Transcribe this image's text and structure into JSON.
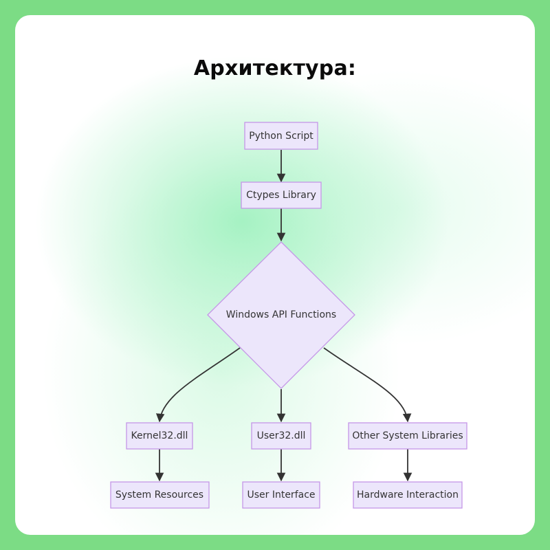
{
  "title": "Архитектура:",
  "nodes": [
    {
      "id": "python",
      "label": "Python Script"
    },
    {
      "id": "ctypes",
      "label": "Ctypes Library"
    },
    {
      "id": "winapi",
      "label": "Windows API Functions"
    },
    {
      "id": "kernel32",
      "label": "Kernel32.dll"
    },
    {
      "id": "user32",
      "label": "User32.dll"
    },
    {
      "id": "other",
      "label": "Other System Libraries"
    },
    {
      "id": "sysres",
      "label": "System Resources"
    },
    {
      "id": "ui",
      "label": "User Interface"
    },
    {
      "id": "hw",
      "label": "Hardware Interaction"
    }
  ],
  "edges": [
    {
      "from": "python",
      "to": "ctypes"
    },
    {
      "from": "ctypes",
      "to": "winapi"
    },
    {
      "from": "winapi",
      "to": "kernel32"
    },
    {
      "from": "winapi",
      "to": "user32"
    },
    {
      "from": "winapi",
      "to": "other"
    },
    {
      "from": "kernel32",
      "to": "sysres"
    },
    {
      "from": "user32",
      "to": "ui"
    },
    {
      "from": "other",
      "to": "hw"
    }
  ],
  "colors": {
    "frame": "#7cdc85",
    "node_fill": "#ece6fb",
    "node_stroke": "#c596e8",
    "edge": "#333333"
  }
}
